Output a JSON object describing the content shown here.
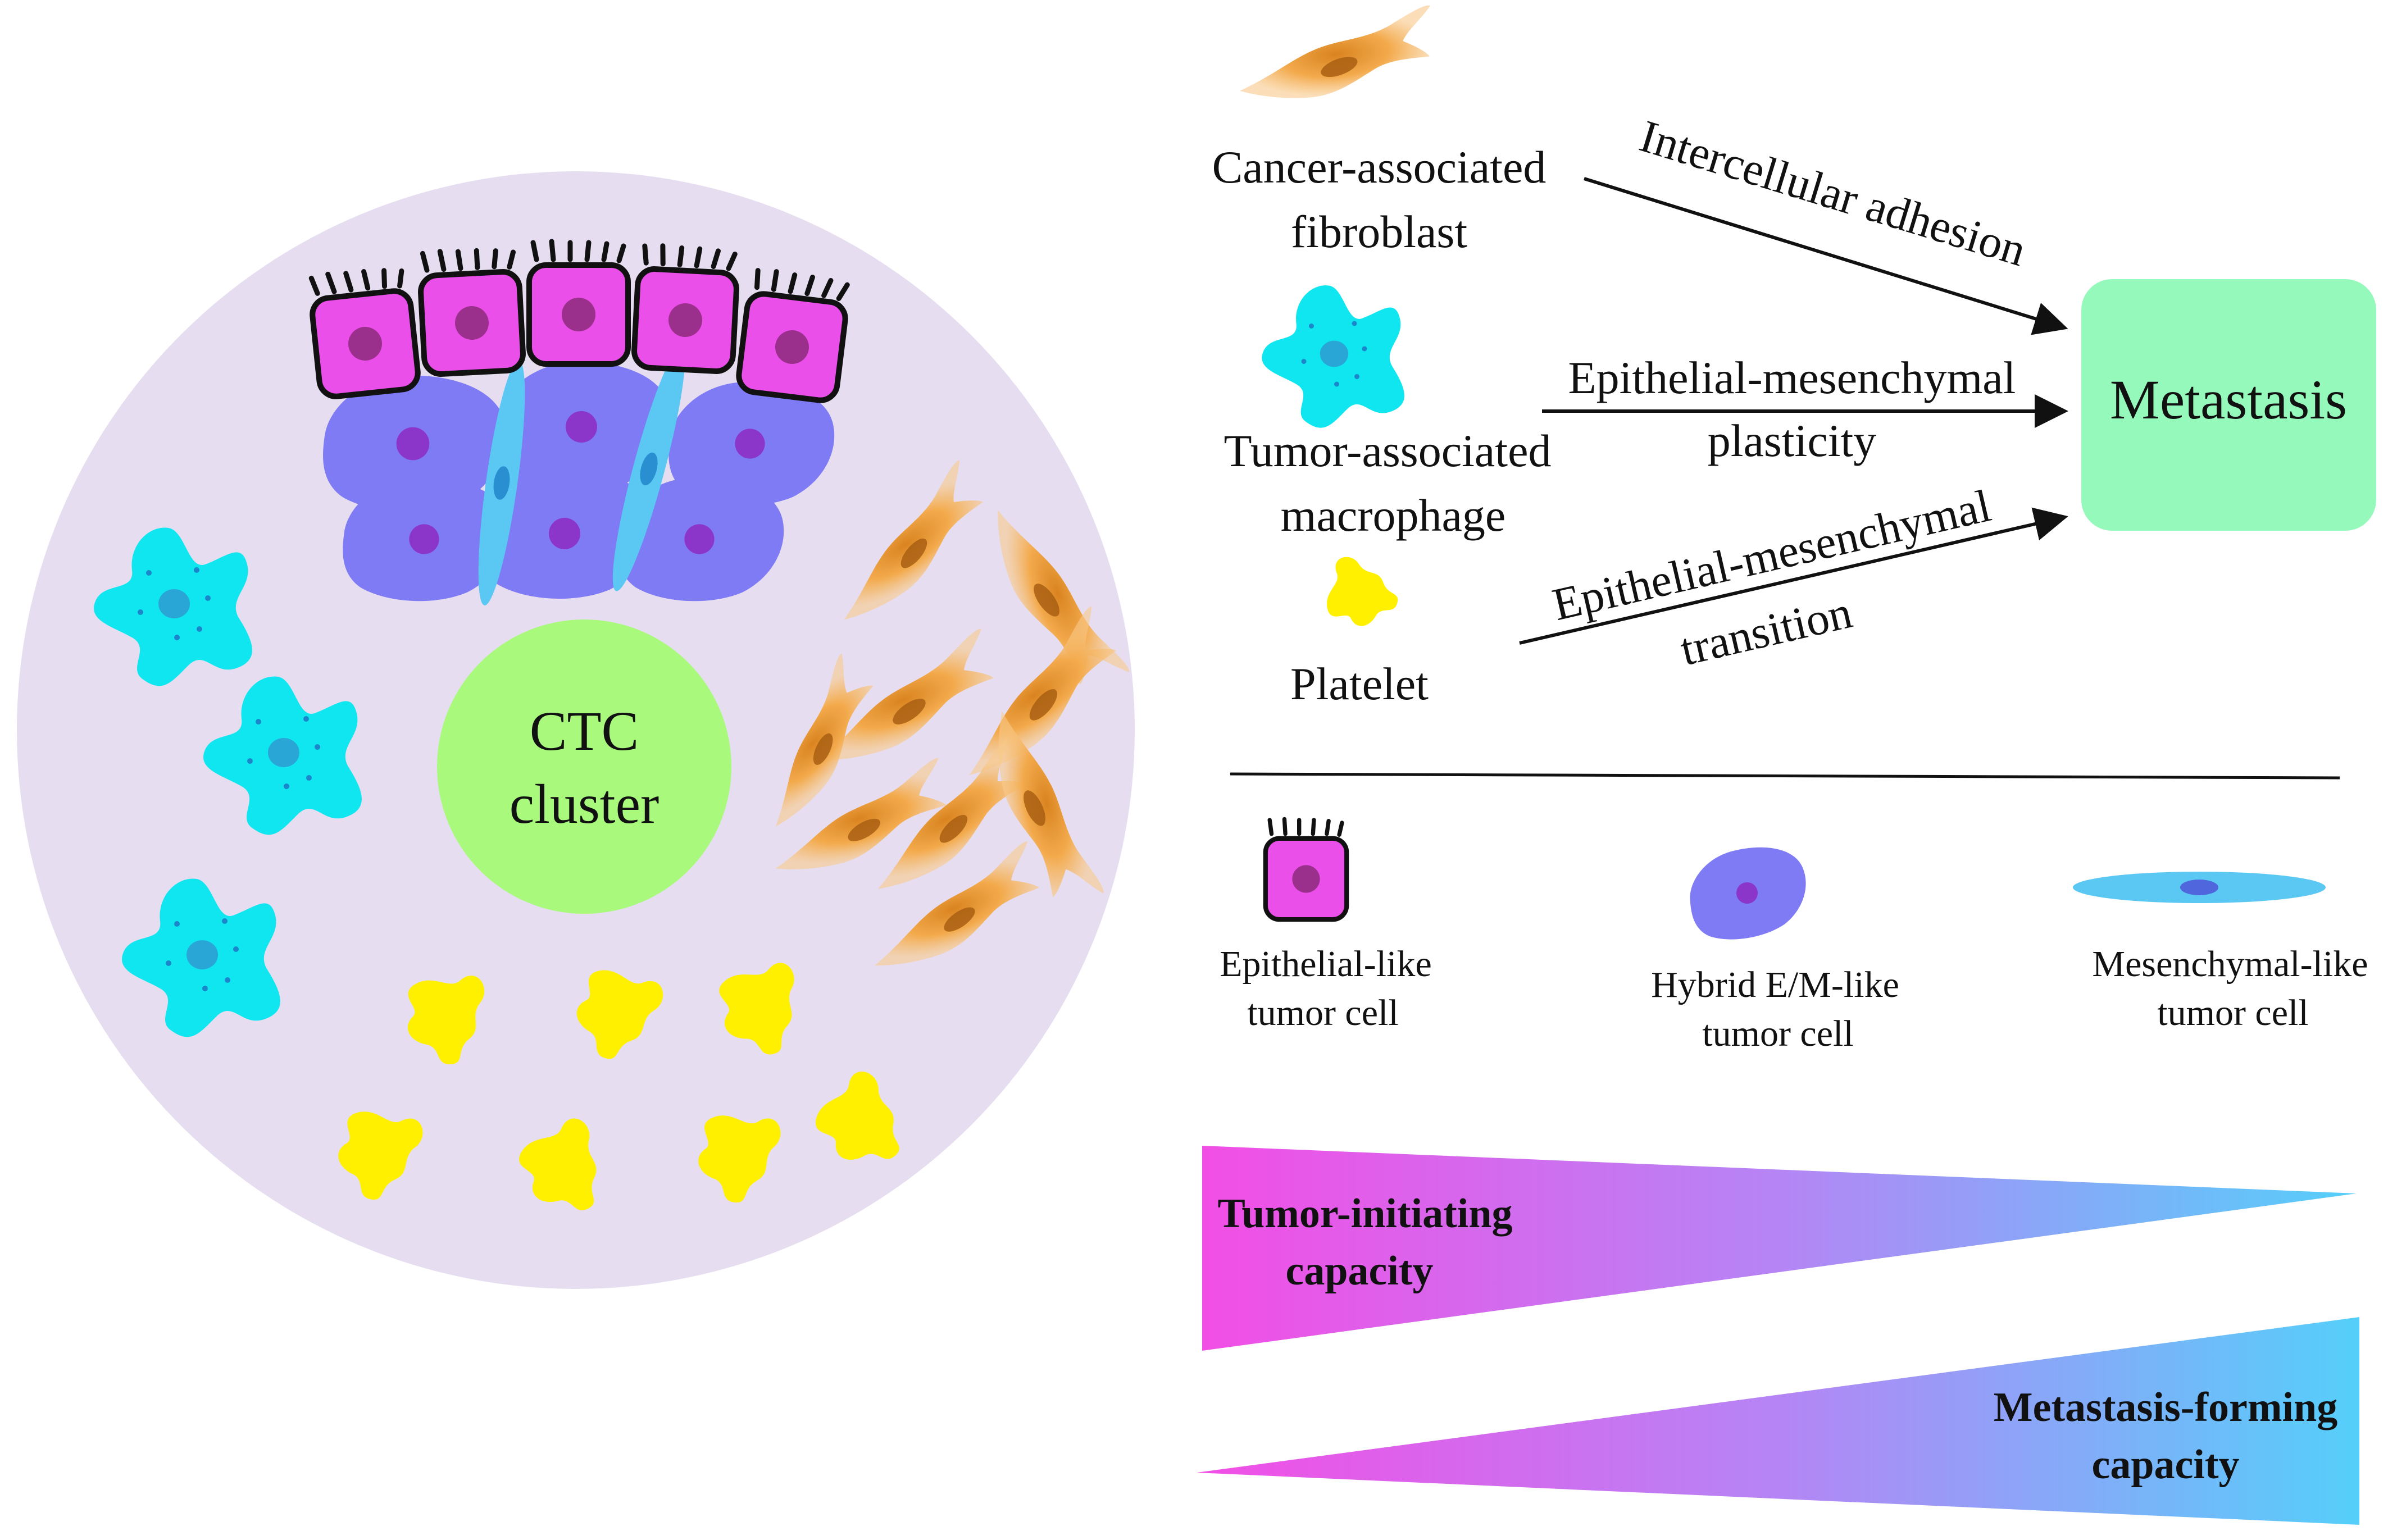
{
  "cluster": {
    "line1": "CTC",
    "line2": "cluster"
  },
  "legend_top": {
    "caf": {
      "line1": "Cancer-associated",
      "line2": "fibroblast"
    },
    "tam": {
      "line1": "Tumor-associated",
      "line2": "macrophage"
    },
    "platelet": {
      "line1": "Platelet"
    }
  },
  "arrows": {
    "adhesion": {
      "line1": "Intercellular adhesion"
    },
    "emp": {
      "line1": "Epithelial-mesenchymal",
      "line2": "plasticity"
    },
    "emt": {
      "line1": "Epithelial-mesenchymal",
      "line2": "transition"
    }
  },
  "outcome": {
    "label": "Metastasis"
  },
  "cell_types": {
    "epithelial": {
      "line1": "Epithelial-like",
      "line2": "tumor cell"
    },
    "hybrid": {
      "line1": "Hybrid E/M-like",
      "line2": "tumor cell"
    },
    "mesenchymal": {
      "line1": "Mesenchymal-like",
      "line2": "tumor cell"
    }
  },
  "gradients": {
    "tumor_initiating": {
      "line1": "Tumor-initiating",
      "line2": "capacity"
    },
    "metastasis_forming": {
      "line1": "Metastasis-forming",
      "line2": "capacity"
    }
  },
  "colors": {
    "circle_bg": "#e6def0",
    "epithelial": "#ea4fe9",
    "hybrid": "#7f7bf5",
    "mesenchymal": "#5ac8f3",
    "macrophage": "#10e6f0",
    "platelet": "#fff000",
    "fibroblast": "#f0a648",
    "cluster": "#a9f97d",
    "metastasis_box": "#95f9bb",
    "grad_magenta": "#f24ee6",
    "grad_blue": "#55cffa"
  }
}
